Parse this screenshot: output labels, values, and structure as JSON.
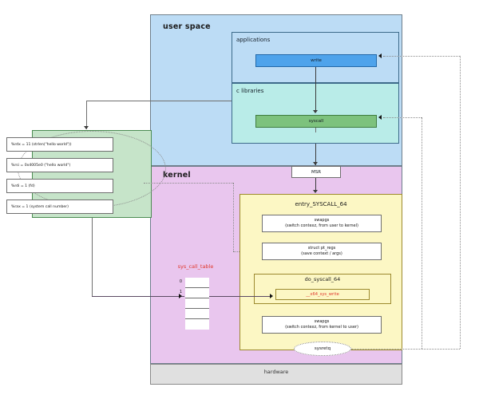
{
  "diagram": {
    "regions": {
      "user_space": "user space",
      "kernel": "kernel",
      "hardware": "hardware"
    },
    "user_space": {
      "applications": {
        "label": "applications",
        "node": "write"
      },
      "c_libraries": {
        "label": "c libraries",
        "node": "syscall"
      }
    },
    "registers": [
      "%rdx = 11 (strlen(\"hello world\"))",
      "%rsi = 0x4005e0 (\"hello world\")",
      "%rdi = 1 (fd)",
      "%rax = 1 (system call number)"
    ],
    "kernel": {
      "msr": "MSR",
      "entry": {
        "title": "entry_SYSCALL_64",
        "swapgs_in_title": "swapgs",
        "swapgs_in_sub": "(switch contexz, from user to kernel)",
        "pt_regs_title": "struct pt_regs",
        "pt_regs_sub": "(save context / args)",
        "do_syscall_title": "do_syscall_64",
        "sys_write": "__x64_sys_write",
        "swapgs_out_title": "swapgs",
        "swapgs_out_sub": "(switch contexz, from kernel to user)",
        "sysretq": "sysretq"
      },
      "sys_call_table": {
        "title": "sys_call_table",
        "indices": [
          "0",
          "1"
        ],
        "rows": 5
      }
    },
    "colors": {
      "user_space_bg": "#bcdcf5",
      "kernel_bg": "#e9c6ee",
      "hardware_bg": "#e0e0e0",
      "clib_bg": "#b9ece8",
      "write_node": "#4ea3eb",
      "syscall_node": "#7dc27d",
      "registers_bg": "#c6e4c9",
      "entry_bg": "#fcf7c4",
      "accent_red": "#e03a2f"
    }
  }
}
